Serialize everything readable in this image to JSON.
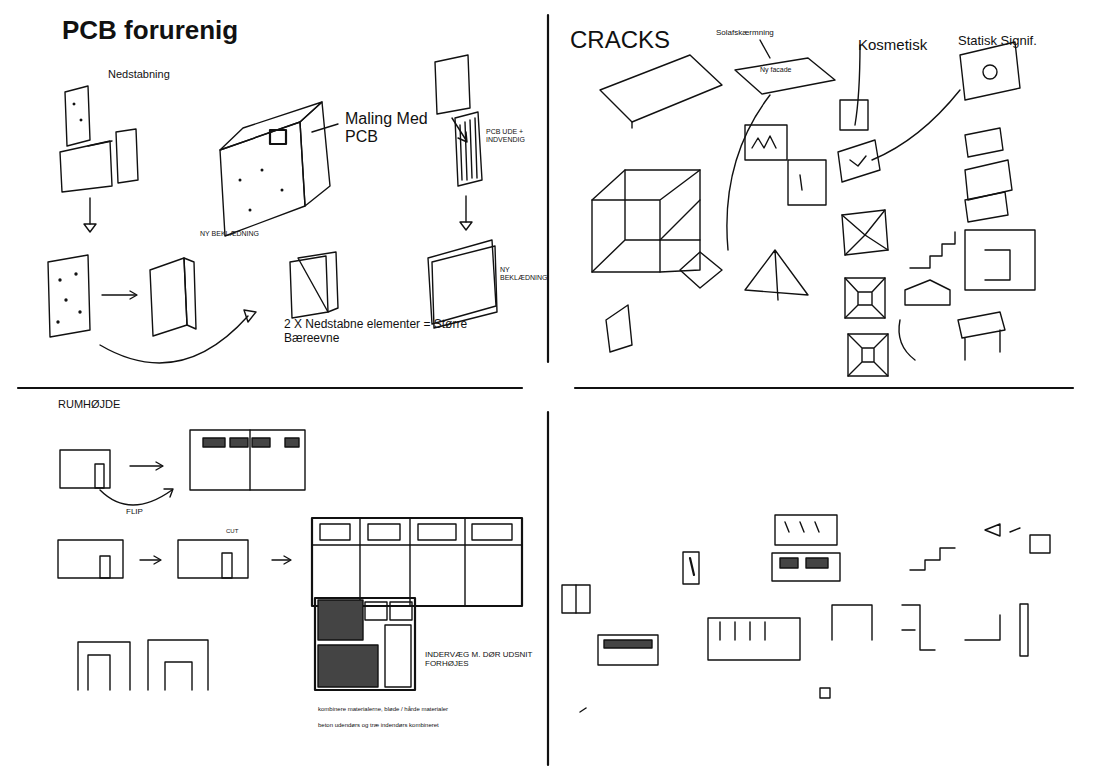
{
  "diagram": {
    "labels": [
      "PCB forurenig",
      "Nedstabning",
      "Maling Med PCB",
      "NY BEKLÆDNING",
      "PCB UDE + INDVENDIG",
      "NY BEKLÆDNING",
      "2 X Nedstabne elementer = Større Bæreevne",
      "CRACKS",
      "Solafskærmning",
      "Ny facade",
      "Kosmetisk",
      "Statisk Signif.",
      "RUMHØJDE",
      "FLIP",
      "CUT",
      "INDERVÆG M. DØR UDSNIT FORHØJES",
      "kombinere materialerne, bløde / hårde materialer",
      "beton udendørs og træ indendørs kombineret"
    ]
  }
}
